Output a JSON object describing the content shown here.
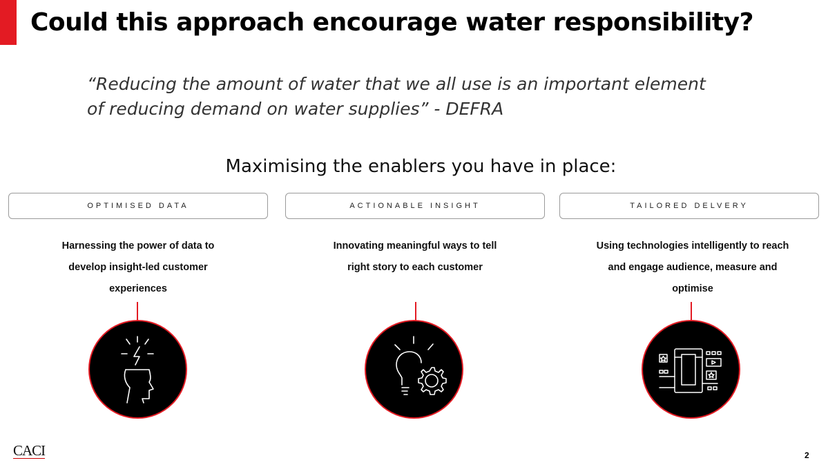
{
  "slide": {
    "title": "Could this approach encourage water responsibility?",
    "quote_lines": [
      "“Reducing the amount of water that we all use is an important element",
      "of reducing demand on water supplies” - DEFRA"
    ],
    "subtitle": "Maximising the enablers you have in place:",
    "accent_color": "#e31b23",
    "page_number": "2"
  },
  "columns": [
    {
      "label": "OPTIMISED DATA",
      "description_lines": [
        "Harnessing the power of data to",
        "develop insight-led customer",
        "experiences"
      ],
      "icon": "head-lightning-icon"
    },
    {
      "label": "ACTIONABLE INSIGHT",
      "description_lines": [
        "Innovating meaningful ways to tell",
        "right story to each customer"
      ],
      "icon": "lightbulb-gear-icon"
    },
    {
      "label": "TAILORED DELVERY",
      "description_lines": [
        "Using technologies intelligently to reach",
        "and engage audience, measure and",
        "optimise"
      ],
      "icon": "devices-media-icon"
    }
  ],
  "footer": {
    "logo_text": "CACI"
  }
}
